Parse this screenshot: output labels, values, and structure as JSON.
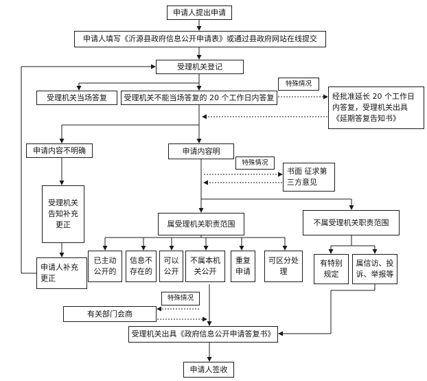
{
  "nodes": {
    "apply": "申请人提出申请",
    "fill_form": "申请人填写《沂源县政府信息公开申请表》或通过县政府网站在线提交",
    "register": "受理机关登记",
    "reply_onsite": "受理机关当场答复",
    "reply_20days": "受理机关不能当场答复的 20 个工作日内答复",
    "special_1": "特殊情况",
    "extend": "经批准延长 20 个工作日\n内答复，受理机关出具\n《延期答复告知书》",
    "unclear": "申请内容不明确",
    "clear": "申请内容明",
    "notify_supplement": "受理机关\n告知补充\n更正",
    "special_2": "特殊情况",
    "third_party": "书面 征求第\n三方意见",
    "supplement": "申请人补充\n更正",
    "in_scope": "属受理机关职责范围",
    "out_scope": "不属受理机关职责范围",
    "disclosed": "已主动\n公开的",
    "not_exist": "信息不\n存在的",
    "can_disclose": "可以\n公开",
    "not_disclose": "不属本机\n关公开",
    "duplicate": "重复\n申请",
    "partial": "可区分处\n理",
    "has_rule": "有特别\n规定",
    "petition": "属信访、投\n诉、举报等",
    "special_3": "特殊情况",
    "consult": "有关部门会商",
    "issue_reply": "受理机关出具《政府信息公开申请答复书》",
    "sign": "申请人签收"
  },
  "colors": {
    "line": "#1a1a1a",
    "box_border": "#1a1a1a",
    "background": "#ffffff"
  }
}
